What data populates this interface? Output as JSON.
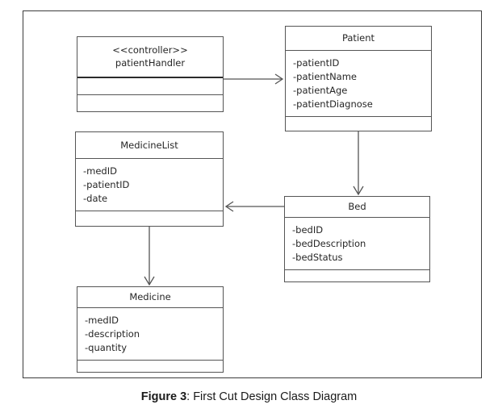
{
  "figure": {
    "label": "Figure 3",
    "separator": ": ",
    "title": "First Cut Design Class Diagram"
  },
  "diagram": {
    "type": "uml-class-diagram",
    "line_color": "#555555",
    "text_color": "#262626",
    "background": "#ffffff"
  },
  "classes": [
    {
      "id": "patientHandler",
      "stereotype": "<<controller>>",
      "name": "patientHandler",
      "attributes": [],
      "operations": [],
      "empty_compartments": 2
    },
    {
      "id": "patient",
      "stereotype": "",
      "name": "Patient",
      "attributes": [
        "-patientID",
        "-patientName",
        "-patientAge",
        "-patientDiagnose"
      ],
      "operations": [],
      "empty_compartments": 1
    },
    {
      "id": "medicineList",
      "stereotype": "",
      "name": "MedicineList",
      "attributes": [
        "-medID",
        "-patientID",
        "-date"
      ],
      "operations": [],
      "empty_compartments": 1
    },
    {
      "id": "bed",
      "stereotype": "",
      "name": "Bed",
      "attributes": [
        "-bedID",
        "-bedDescription",
        "-bedStatus"
      ],
      "operations": [],
      "empty_compartments": 1
    },
    {
      "id": "medicine",
      "stereotype": "",
      "name": "Medicine",
      "attributes": [
        "-medID",
        "-description",
        "-quantity"
      ],
      "operations": [],
      "empty_compartments": 1
    }
  ],
  "relationships": [
    {
      "id": "rel-handler-patient",
      "from": "patientHandler",
      "to": "patient",
      "direction": "right",
      "style": "open-arrow"
    },
    {
      "id": "rel-patient-bed",
      "from": "patient",
      "to": "bed",
      "direction": "down",
      "style": "open-arrow"
    },
    {
      "id": "rel-bed-medicinelist",
      "from": "bed",
      "to": "medicineList",
      "direction": "left",
      "style": "open-arrow"
    },
    {
      "id": "rel-medicinelist-medicine",
      "from": "medicineList",
      "to": "medicine",
      "direction": "down",
      "style": "open-arrow"
    }
  ]
}
